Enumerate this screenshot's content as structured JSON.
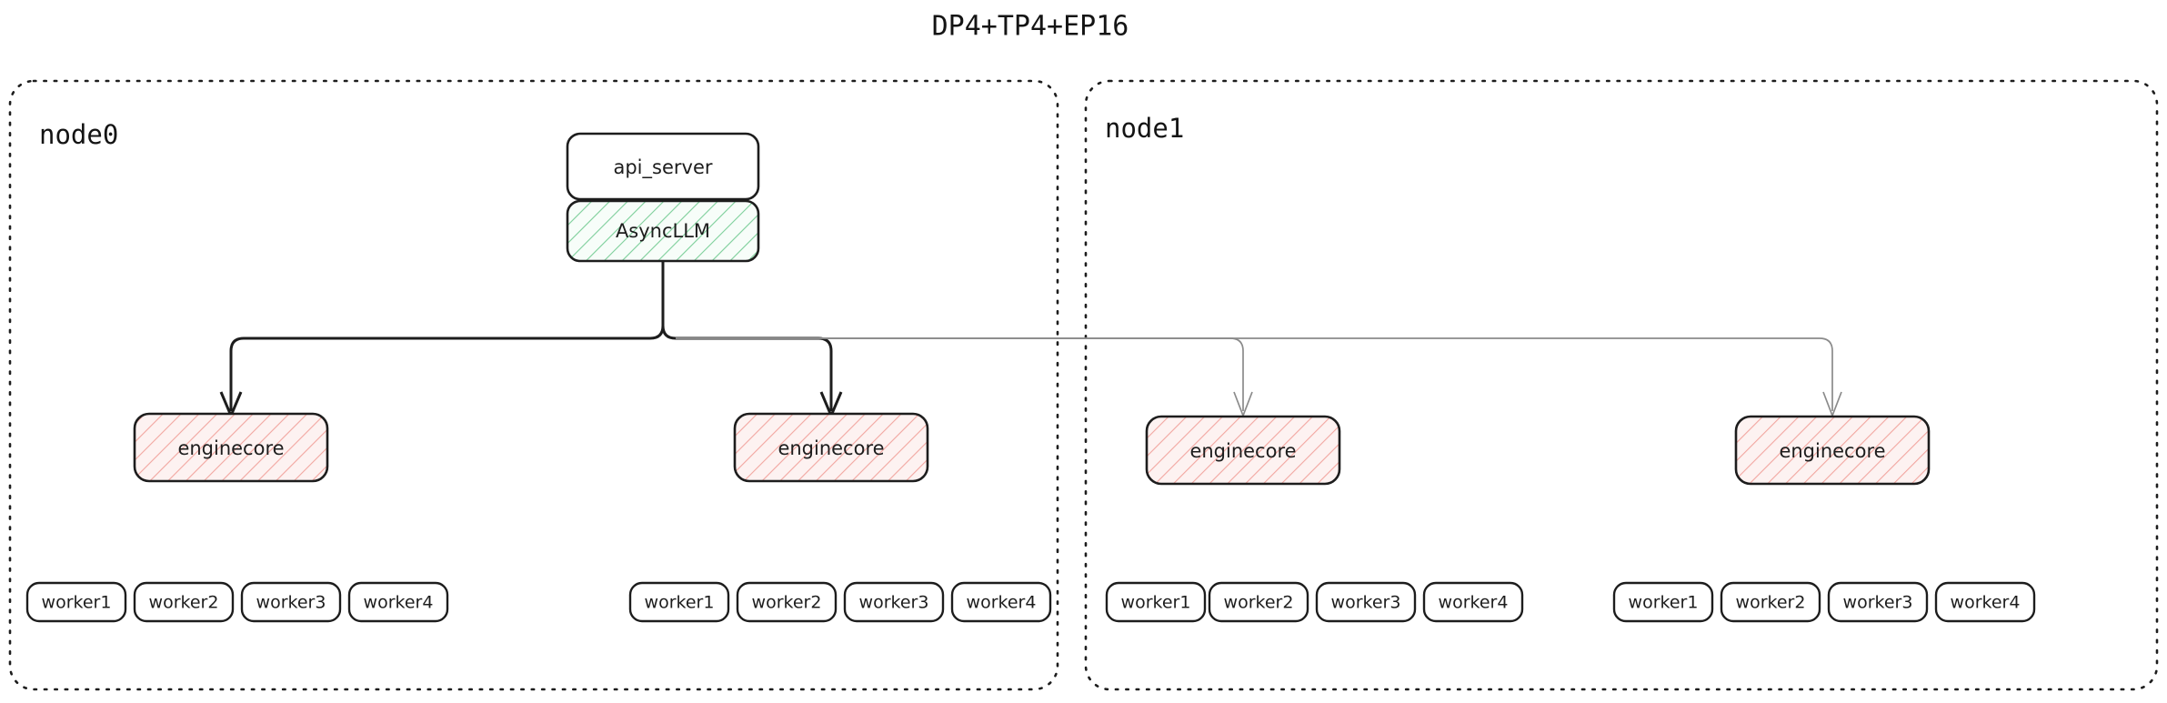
{
  "title": "DP4+TP4+EP16",
  "colors": {
    "stroke": "#1d1d1d",
    "edge_light": "#8b8b8b",
    "hatch_green": "#7dcf9a",
    "hatch_green_bg": "#f7fdf9",
    "hatch_pink": "#f2a6a0",
    "hatch_pink_bg": "#fdf2f1",
    "background": "#ffffff"
  },
  "clusters": [
    {
      "id": "node0",
      "label": "node0"
    },
    {
      "id": "node1",
      "label": "node1"
    }
  ],
  "nodes": {
    "api_server": "api_server",
    "async_llm": "AsyncLLM",
    "enginecore": "enginecore"
  },
  "enginecores": [
    {
      "id": "ec0",
      "label": "enginecore",
      "cluster": "node0"
    },
    {
      "id": "ec1",
      "label": "enginecore",
      "cluster": "node0"
    },
    {
      "id": "ec2",
      "label": "enginecore",
      "cluster": "node1"
    },
    {
      "id": "ec3",
      "label": "enginecore",
      "cluster": "node1"
    }
  ],
  "worker_groups": [
    {
      "id": "wg0",
      "cluster": "node0",
      "workers": [
        "worker1",
        "worker2",
        "worker3",
        "worker4"
      ]
    },
    {
      "id": "wg1",
      "cluster": "node0",
      "workers": [
        "worker1",
        "worker2",
        "worker3",
        "worker4"
      ]
    },
    {
      "id": "wg2",
      "cluster": "node1",
      "workers": [
        "worker1",
        "worker2",
        "worker3",
        "worker4"
      ]
    },
    {
      "id": "wg3",
      "cluster": "node1",
      "workers": [
        "worker1",
        "worker2",
        "worker3",
        "worker4"
      ]
    }
  ]
}
